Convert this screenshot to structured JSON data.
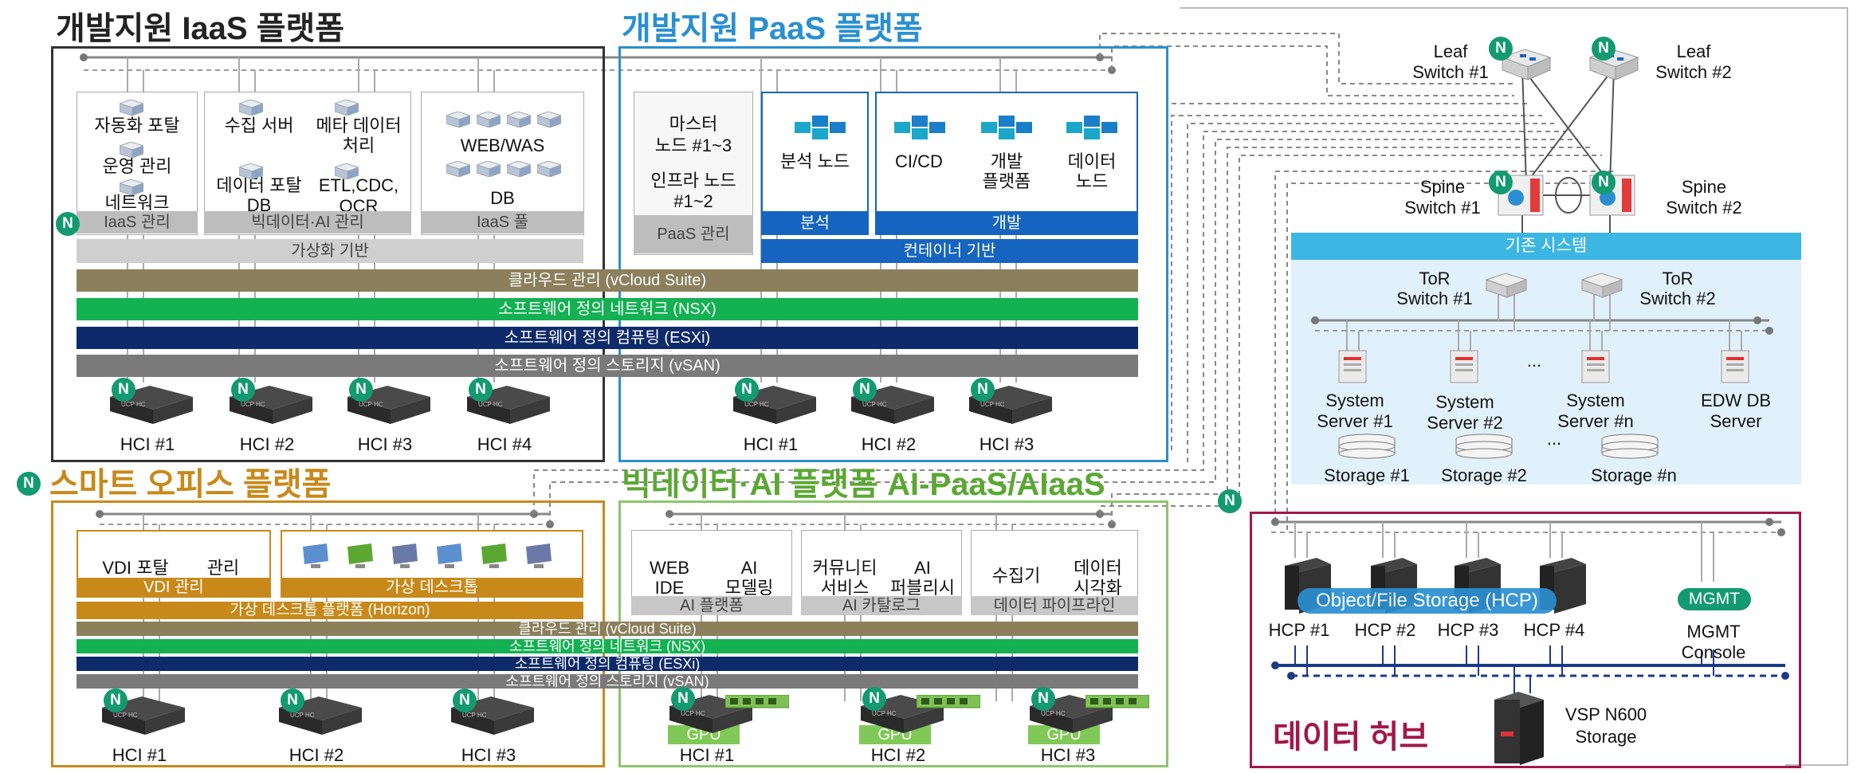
{
  "titles": {
    "iaas": "개발지원 IaaS 플랫폼",
    "paas": "개발지원 PaaS 플랫폼",
    "office": "스마트 오피스 플랫폼",
    "bigdata": "빅데이터·AI 플랫폼 AI-PaaS/AIaaS",
    "datahub": "데이터 허브"
  },
  "iaas": {
    "box1": {
      "lines": [
        "자동화 포탈",
        "운영 관리",
        "네트워크"
      ],
      "bar": "IaaS 관리"
    },
    "box2": {
      "left": [
        "수집 서버",
        "데이터 포탈",
        "DB"
      ],
      "right": [
        "메타 데이터",
        "처리",
        "ETL,CDC,",
        "OCR"
      ],
      "bar": "빅데이터·AI 관리"
    },
    "box3": {
      "top": "WEB/WAS",
      "bottom": "DB",
      "bar": "IaaS 풀"
    },
    "virt": "가상화 기반"
  },
  "paas": {
    "master": [
      "마스터",
      "노드 #1~3",
      "인프라 노드",
      "#1~2"
    ],
    "mgmt": "PaaS 관리",
    "analysis_node": "분석 노드",
    "analysis_bar": "분석",
    "cicd": "CI/CD",
    "devplat": [
      "개발",
      "플랫폼"
    ],
    "datanode": [
      "데이터",
      "노드"
    ],
    "dev_bar": "개발",
    "container": "컨테이너 기반"
  },
  "stack": {
    "cloud": "클라우드 관리 (vCloud Suite)",
    "network": "소프트웨어 정의 네트워크 (NSX)",
    "compute": "소프트웨어 정의 컴퓨팅 (ESXi)",
    "storage": "소프트웨어 정의 스토리지 (vSAN)"
  },
  "hci": {
    "iaas": [
      "HCI #1",
      "HCI #2",
      "HCI #3",
      "HCI #4"
    ],
    "paas": [
      "HCI #1",
      "HCI #2",
      "HCI #3"
    ],
    "office": [
      "HCI #1",
      "HCI #2",
      "HCI #3"
    ],
    "bigdata": [
      "HCI #1",
      "HCI #2",
      "HCI #3"
    ],
    "gpu": "GPU"
  },
  "office": {
    "vdi_portal": "VDI 포탈",
    "mgmt": "관리",
    "vdi_bar": "VDI 관리",
    "desktop_bar": "가상 데스크톱",
    "horizon": "가상 데스크톱 플랫폼 (Horizon)"
  },
  "bigdata": {
    "web_ide": [
      "WEB",
      "IDE"
    ],
    "ai_model": [
      "AI",
      "모델링"
    ],
    "ai_platform": "AI 플랫폼",
    "community": [
      "커뮤니티",
      "서비스"
    ],
    "ai_policy": [
      "AI",
      "퍼블리시"
    ],
    "ai_catalog": "AI 카탈로그",
    "collector": "수집기",
    "dataviz": [
      "데이터",
      "시각화"
    ],
    "pipeline": "데이터 파이프라인"
  },
  "network": {
    "leaf1": [
      "Leaf",
      "Switch #1"
    ],
    "leaf2": [
      "Leaf",
      "Switch #2"
    ],
    "spine1": [
      "Spine",
      "Switch #1"
    ],
    "spine2": [
      "Spine",
      "Switch #2"
    ],
    "legacy": "기존 시스템",
    "tor1": [
      "ToR",
      "Switch #1"
    ],
    "tor2": [
      "ToR",
      "Switch #2"
    ],
    "servers": [
      [
        "System",
        "Server #1"
      ],
      [
        "System",
        "Server #2"
      ],
      [
        "System",
        "Server #n"
      ],
      [
        "EDW DB",
        "Server"
      ]
    ],
    "storages": [
      "Storage #1",
      "Storage #2",
      "Storage #n"
    ],
    "ellipsis": "..."
  },
  "datahub": {
    "hcp_banner": "Object/File Storage (HCP)",
    "hcp": [
      "HCP #1",
      "HCP #2",
      "HCP #3",
      "HCP #4"
    ],
    "mgmt_badge": "MGMT",
    "mgmt_console": [
      "MGMT",
      "Console"
    ],
    "vsp": [
      "VSP N600",
      "Storage"
    ]
  },
  "badge": "N",
  "colors": {
    "iaas_border": "#333333",
    "paas_border": "#2a8fd0",
    "paas_title": "#2a8fd0",
    "office_border": "#c8891a",
    "office_title": "#c8891a",
    "bigdata_border": "#8cc66a",
    "bigdata_title": "#5aa832",
    "datahub_border": "#a3174a",
    "datahub_title": "#a3174a",
    "cloud": "#8b7f5c",
    "network": "#14b152",
    "compute": "#0d2a6b",
    "storage": "#7a7a7a",
    "blue": "#1565c0",
    "orange": "#c8891a",
    "legacy": "#3cb6e3",
    "legacy_bg": "#e1f1fb",
    "badge": "#139a70"
  }
}
